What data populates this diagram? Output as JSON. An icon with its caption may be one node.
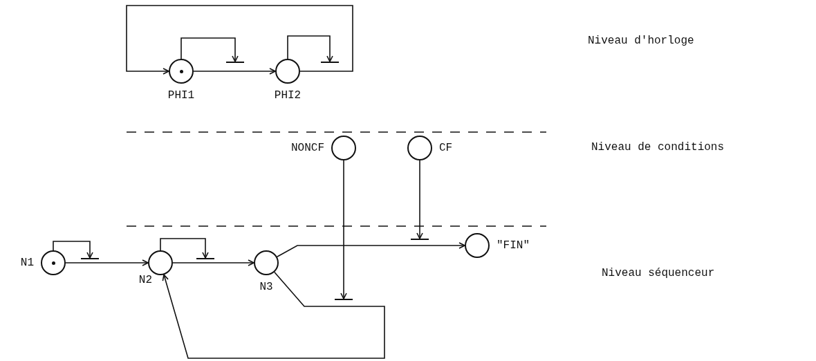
{
  "diagram": {
    "nodes": [
      {
        "text": [
          "PHI1"
        ]
      },
      {
        "text": [
          "PHI2"
        ]
      },
      {
        "text": [],
        "shape": "bar"
      },
      {
        "text": [],
        "shape": "bar"
      },
      {
        "text": [
          "NONCF"
        ]
      },
      {
        "text": [
          "CF"
        ]
      },
      {
        "text": [
          "N1"
        ]
      },
      {
        "text": [
          "N2"
        ]
      },
      {
        "text": [
          "N3"
        ]
      },
      {
        "text": [
          "\"FIN\""
        ]
      },
      {
        "text": [],
        "shape": "bar"
      },
      {
        "text": [],
        "shape": "bar"
      },
      {
        "text": [],
        "shape": "bar"
      },
      {
        "text": [],
        "shape": "bar"
      }
    ],
    "edges": [
      {
        "from": 0,
        "to": 2,
        "arrow": "to"
      },
      {
        "from": 0,
        "to": 1,
        "arrow": "to"
      },
      {
        "from": 1,
        "to": 3,
        "arrow": "to"
      },
      {
        "from": 1,
        "to": 0,
        "arrow": "to"
      },
      {
        "from": 6,
        "to": 10,
        "arrow": "to"
      },
      {
        "from": 6,
        "to": 7,
        "arrow": "to"
      },
      {
        "from": 7,
        "to": 11,
        "arrow": "to"
      },
      {
        "from": 7,
        "to": 8,
        "arrow": "to"
      },
      {
        "from": 8,
        "to": 9,
        "arrow": "to"
      },
      {
        "from": 5,
        "to": 12,
        "arrow": "to"
      },
      {
        "from": 4,
        "to": 13,
        "arrow": "to"
      },
      {
        "from": 8,
        "to": 7,
        "arrow": "to"
      }
    ],
    "labels": [
      "Niveau d'horloge",
      "Niveau de conditions",
      "Niveau séquenceur"
    ]
  }
}
